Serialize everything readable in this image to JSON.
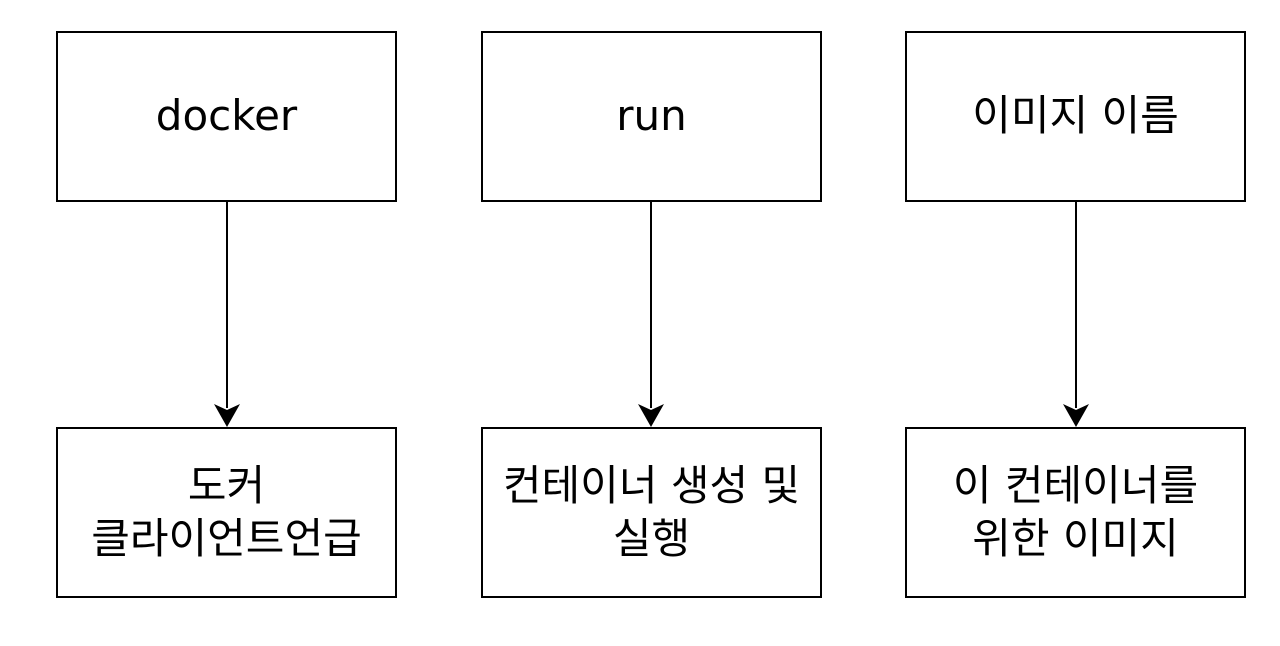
{
  "diagram": {
    "columns": [
      {
        "term": "docker",
        "meaning": "도커 클라이언트언급"
      },
      {
        "term": "run",
        "meaning": "컨테이너 생성 및 실행"
      },
      {
        "term": "이미지 이름",
        "meaning": "이 컨테이너를 위한 이미지"
      }
    ]
  },
  "colors": {
    "stroke": "#000000",
    "background": "#ffffff"
  }
}
